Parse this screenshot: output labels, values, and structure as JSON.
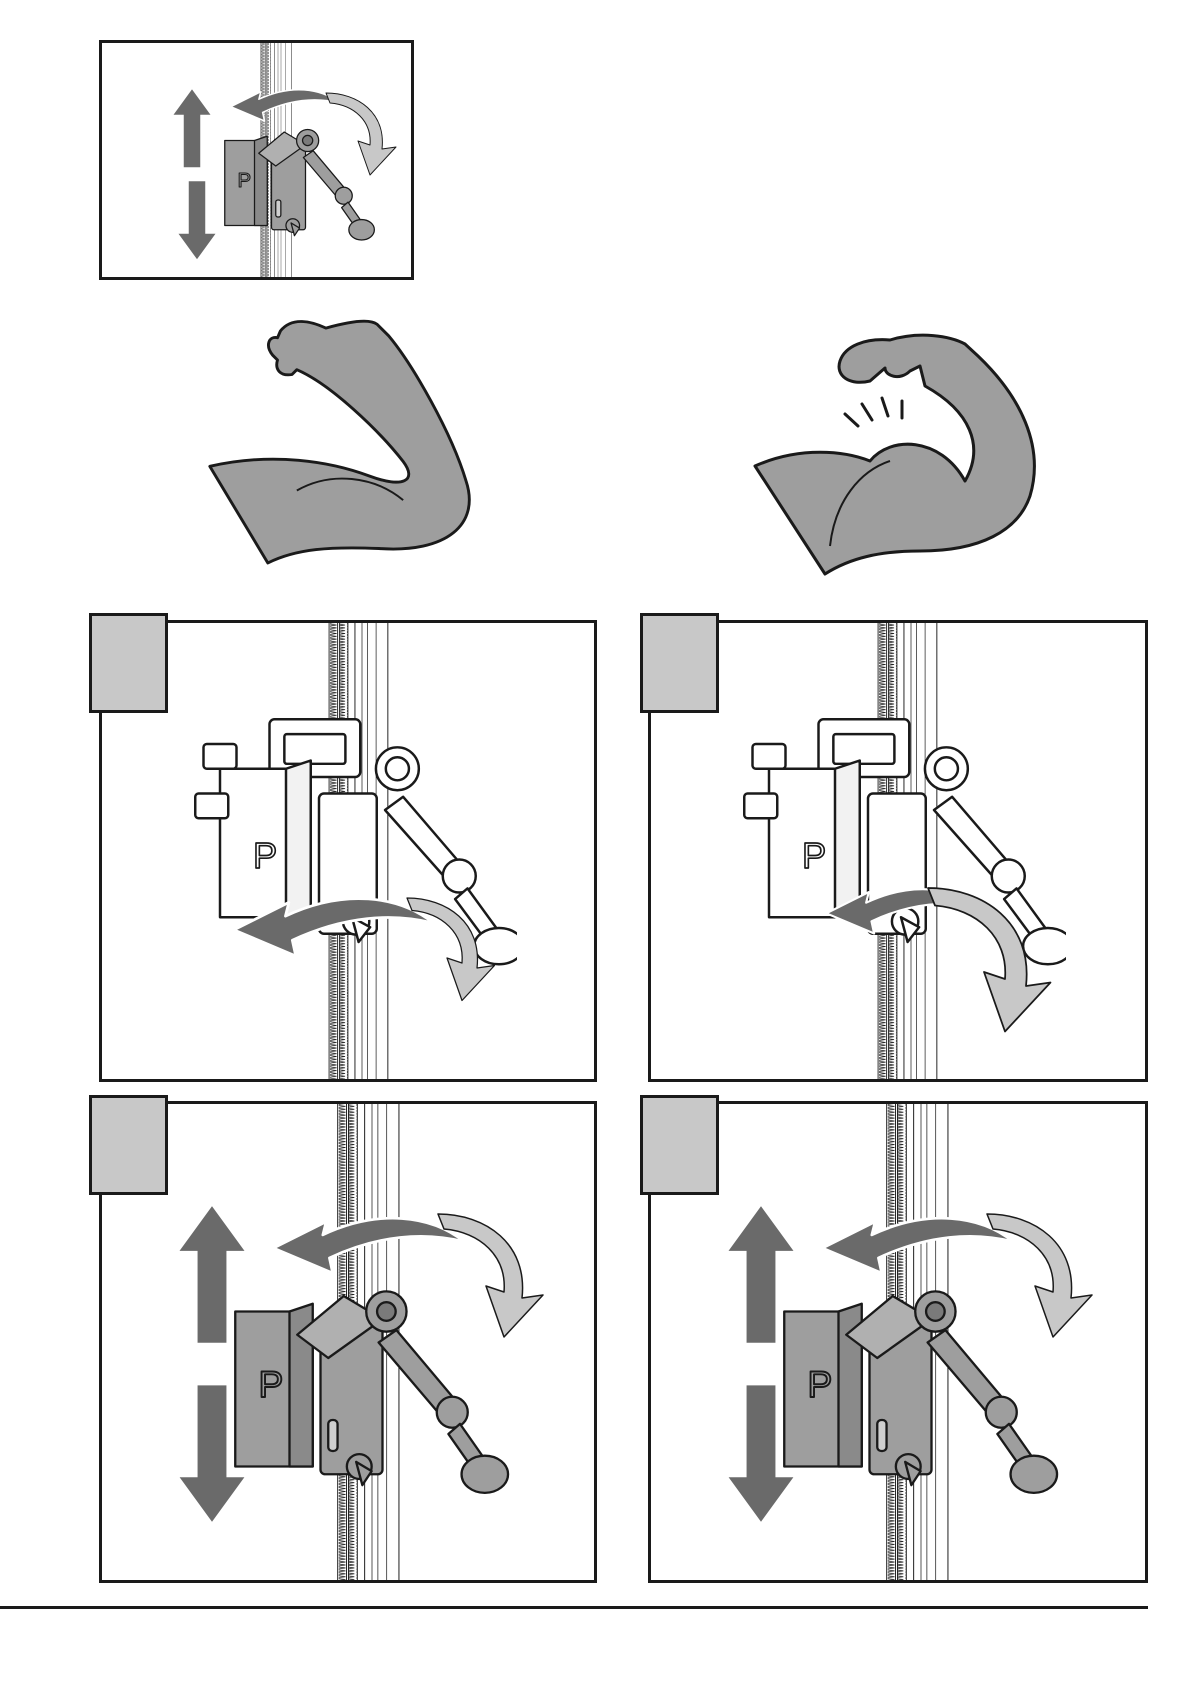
{
  "page": {
    "background": "#ffffff",
    "line_color": "#1a1a1a",
    "fill_gray": "#9e9e9e",
    "dark_arrow": "#6a6a6a",
    "light_arrow": "#c8c8c8",
    "tab_gray": "#c8c8c8"
  },
  "figures": [
    {
      "id": "overview",
      "depicts": "clamp-on-rack-overview-icon"
    },
    {
      "id": "arm-relaxed",
      "depicts": "relaxed-arm-icon"
    },
    {
      "id": "arm-flexed",
      "depicts": "flexed-arm-icon"
    },
    {
      "id": "step-a",
      "depicts": "loosen-clamp-icon"
    },
    {
      "id": "step-b",
      "depicts": "tighten-clamp-icon"
    },
    {
      "id": "step-c",
      "depicts": "adjust-carriage-icon"
    },
    {
      "id": "step-d",
      "depicts": "adjust-carriage-shaded-icon"
    }
  ]
}
